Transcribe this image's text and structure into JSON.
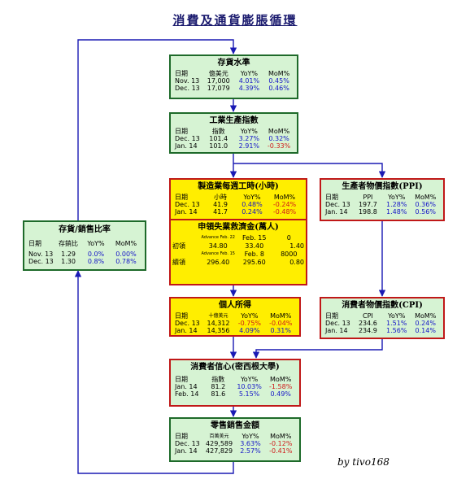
{
  "title": "消費及通貨膨脹循環",
  "signature": "by tivo168",
  "boxes": {
    "inventory": {
      "title": "存貨水準",
      "headers": [
        "日期",
        "億美元",
        "YoY%",
        "MoM%"
      ],
      "rows": [
        [
          "Nov. 13",
          "17,000",
          "4.01%",
          "0.45%"
        ],
        [
          "Dec. 13",
          "17,079",
          "4.39%",
          "0.46%"
        ]
      ]
    },
    "ipi": {
      "title": "工業生產指數",
      "headers": [
        "日期",
        "指數",
        "YoY%",
        "MoM%"
      ],
      "rows": [
        [
          "Dec. 13",
          "101.4",
          "3.27%",
          "0.32%"
        ],
        [
          "Jan. 14",
          "101.0",
          "2.91%",
          "-0.33%"
        ]
      ]
    },
    "hours": {
      "title": "製造業每週工時(小時)",
      "headers": [
        "日期",
        "小時",
        "YoY%",
        "MoM%"
      ],
      "rows": [
        [
          "Dec. 13",
          "41.9",
          "0.48%",
          "-0.24%"
        ],
        [
          "Jan. 14",
          "41.7",
          "0.24%",
          "-0.48%"
        ]
      ]
    },
    "claims": {
      "title": "申領失業救濟金(萬人)",
      "r1": [
        "Advance Feb. 22",
        "Feb. 15",
        "0"
      ],
      "r2": [
        "初領",
        "34.80",
        "33.40",
        "1.40"
      ],
      "r3": [
        "Advance Feb. 15",
        "Feb. 8",
        "8000"
      ],
      "r4": [
        "續領",
        "296.40",
        "295.60",
        "0.80"
      ]
    },
    "ppi": {
      "title": "生產者物價指數(PPI)",
      "headers": [
        "日期",
        "PPI",
        "YoY%",
        "MoM%"
      ],
      "rows": [
        [
          "Dec. 13",
          "197.7",
          "1.28%",
          "0.36%"
        ],
        [
          "Jan. 14",
          "198.8",
          "1.48%",
          "0.56%"
        ]
      ]
    },
    "invsales": {
      "title": "存貨/銷售比率",
      "headers": [
        "日期",
        "存銷比",
        "YoY%",
        "MoM%"
      ],
      "rows": [
        [
          "Nov. 13",
          "1.29",
          "0.0%",
          "0.00%"
        ],
        [
          "Dec. 13",
          "1.30",
          "0.8%",
          "0.78%"
        ]
      ]
    },
    "income": {
      "title": "個人所得",
      "headers": [
        "日期",
        "十億美元",
        "YoY%",
        "MoM%"
      ],
      "rows": [
        [
          "Dec. 13",
          "14,312",
          "-0.75%",
          "-0.04%"
        ],
        [
          "Jan. 14",
          "14,356",
          "4.09%",
          "0.31%"
        ]
      ]
    },
    "cpi": {
      "title": "消費者物價指數(CPI)",
      "headers": [
        "日期",
        "CPI",
        "YoY%",
        "MoM%"
      ],
      "rows": [
        [
          "Dec. 13",
          "234.6",
          "1.51%",
          "0.24%"
        ],
        [
          "Jan. 14",
          "234.9",
          "1.56%",
          "0.14%"
        ]
      ]
    },
    "sentiment": {
      "title": "消費者信心(密西根大學)",
      "headers": [
        "日期",
        "指數",
        "YoY%",
        "MoM%"
      ],
      "rows": [
        [
          "Jan. 14",
          "81.2",
          "10.03%",
          "-1.58%"
        ],
        [
          "Feb. 14",
          "81.6",
          "5.15%",
          "0.49%"
        ]
      ]
    },
    "retail": {
      "title": "零售銷售金額",
      "headers": [
        "日期",
        "百萬美元",
        "YoY%",
        "MoM%"
      ],
      "rows": [
        [
          "Dec. 13",
          "429,589",
          "3.63%",
          "-0.12%"
        ],
        [
          "Jan. 14",
          "427,829",
          "2.57%",
          "-0.41%"
        ]
      ]
    }
  }
}
